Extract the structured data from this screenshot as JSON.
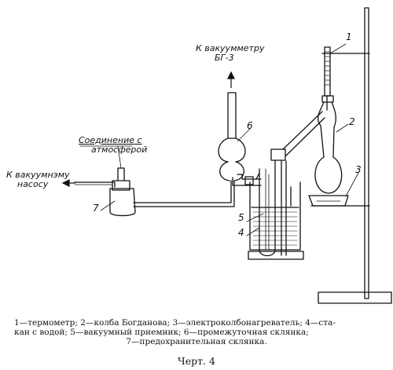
{
  "labels": {
    "vacuummeter_line1": "К вакуумметру",
    "vacuummeter_line2": "БГ-3",
    "atmosphere_line1": "Соединение с",
    "atmosphere_line2": "атмосферой",
    "pump_line1": "К вакуумнэму",
    "pump_line2": "насосу"
  },
  "numbers": {
    "n1": "1",
    "n2": "2",
    "n3": "3",
    "n4": "4",
    "n5": "5",
    "n6": "6",
    "n7": "7"
  },
  "caption": {
    "line1": "1—термометр; 2—колба Богданова; 3—электроколбонагреватель; 4—ста-",
    "line2": "кан с водой; 5—вакуумный приемник; 6—промежуточная склянка;",
    "line3": "7—предохранительная склянка."
  },
  "figure_title": "Черт. 4"
}
